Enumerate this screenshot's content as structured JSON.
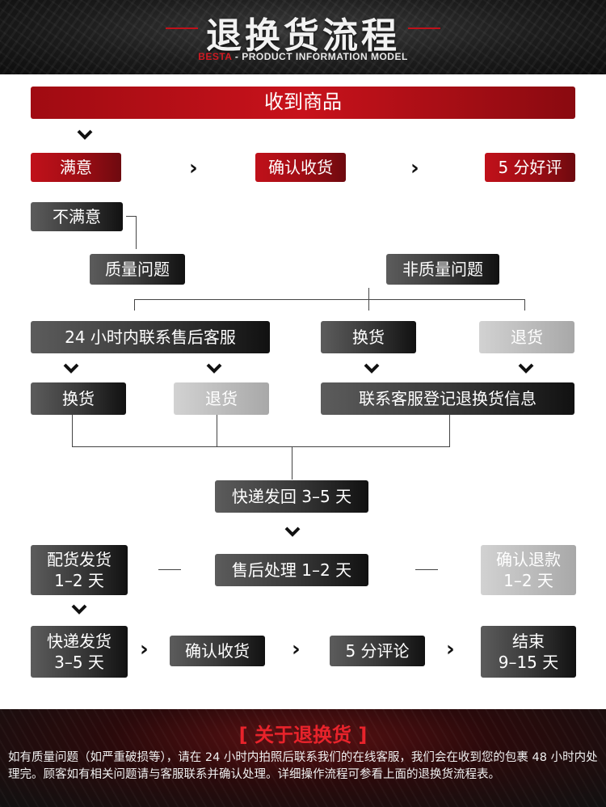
{
  "header": {
    "title": "退换货流程",
    "brand": "BESTA",
    "subtitle": " - PRODUCT INFORMATION MODEL"
  },
  "flow": {
    "receive": "收到商品",
    "satisfied": "满意",
    "confirm_receipt_1": "确认收货",
    "five_star_1": "5 分好评",
    "unsatisfied": "不满意",
    "quality_issue": "质量问题",
    "non_quality_issue": "非质量问题",
    "contact_24h": "24 小时内联系售后客服",
    "exchange_a": "换货",
    "return_a": "退货",
    "exchange_b": "换货",
    "return_b": "退货",
    "register_info": "联系客服登记退换货信息",
    "express_back": "快递发回 3–5 天",
    "prepare_ship_l1": "配货发货",
    "prepare_ship_l2": "1–2 天",
    "after_sale_process": "售后处理 1–2 天",
    "confirm_refund_l1": "确认退款",
    "confirm_refund_l2": "1–2 天",
    "express_ship_l1": "快递发货",
    "express_ship_l2": "3–5 天",
    "confirm_receipt_2": "确认收货",
    "five_star_2": "5 分评论",
    "end_l1": "结束",
    "end_l2": "9–15 天"
  },
  "footer": {
    "title": "[ 关于退换货 ]",
    "text": "如有质量问题（如严重破损等），请在 24 小时内拍照后联系我们的在线客服，我们会在收到您的包裹 48 小时内处理完。顾客如有相关问题请与客服联系并确认处理。详细操作流程可参看上面的退换货流程表。"
  },
  "colors": {
    "accent_red": "#c0111a",
    "dark_box": "#3a3a3a",
    "light_box": "#bdbdbd"
  }
}
